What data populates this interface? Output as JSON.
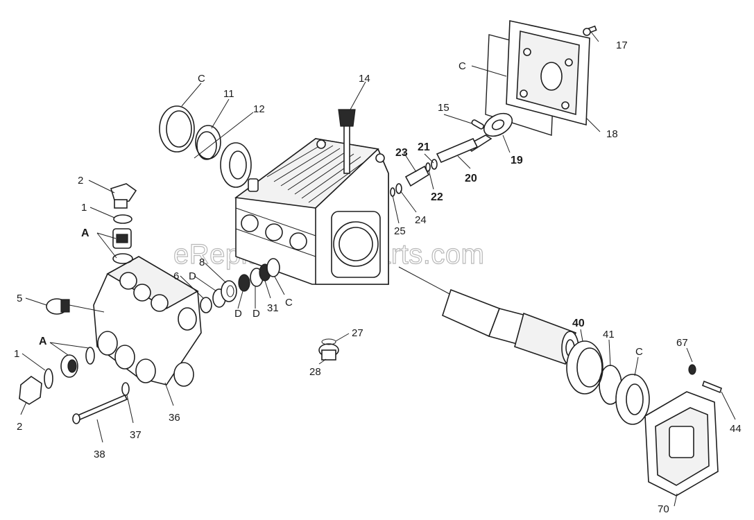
{
  "watermark": "eReplacementParts.com",
  "callouts": {
    "c_top": "C",
    "p11": "11",
    "p12": "12",
    "p14": "14",
    "c_cover": "C",
    "p15": "15",
    "p17": "17",
    "p18": "18",
    "p19": "19",
    "p20": "20",
    "p21": "21",
    "p22": "22",
    "p23": "23",
    "p24": "24",
    "p25": "25",
    "p2_top": "2",
    "p1_top": "1",
    "a_top": "A",
    "p5": "5",
    "p6": "6",
    "d_1": "D",
    "p8": "8",
    "d_2": "D",
    "d_3": "D",
    "p31": "31",
    "c_mid": "C",
    "a_bot": "A",
    "p1_bot": "1",
    "p2_bot": "2",
    "p38": "38",
    "p37": "37",
    "p36": "36",
    "p27": "27",
    "p28": "28",
    "p40": "40",
    "p41": "41",
    "c_right": "C",
    "p67": "67",
    "p44": "44",
    "p70": "70"
  }
}
